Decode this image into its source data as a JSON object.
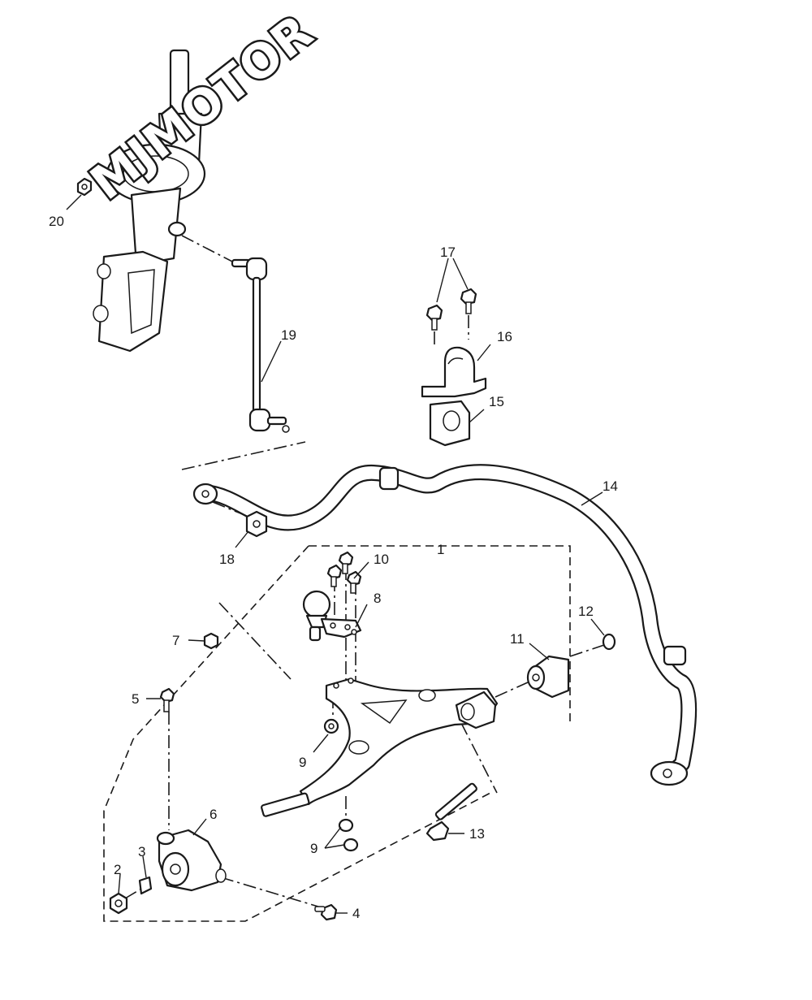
{
  "watermark": "MJMOTOR",
  "callouts": {
    "c1": "1",
    "c2": "2",
    "c3": "3",
    "c4": "4",
    "c5": "5",
    "c6": "6",
    "c7": "7",
    "c8": "8",
    "c9a": "9",
    "c9b": "9",
    "c10": "10",
    "c11": "11",
    "c12": "12",
    "c13": "13",
    "c14": "14",
    "c15": "15",
    "c16": "16",
    "c17": "17",
    "c18": "18",
    "c19": "19",
    "c20": "20"
  },
  "colors": {
    "ink": "#1a1a1a",
    "paper": "#ffffff"
  }
}
